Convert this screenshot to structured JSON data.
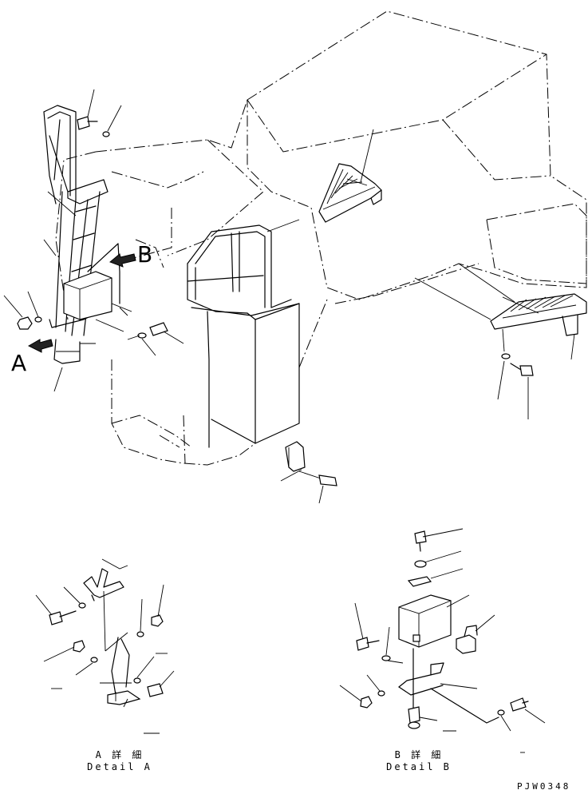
{
  "callouts": {
    "view_a": "A",
    "view_b": "B"
  },
  "details": {
    "a": {
      "title_jp": "A 詳 細",
      "title_en": "Detail A"
    },
    "b": {
      "title_jp": "B 詳 細",
      "title_en": "Detail B"
    }
  },
  "drawing_code": "PJW0348"
}
